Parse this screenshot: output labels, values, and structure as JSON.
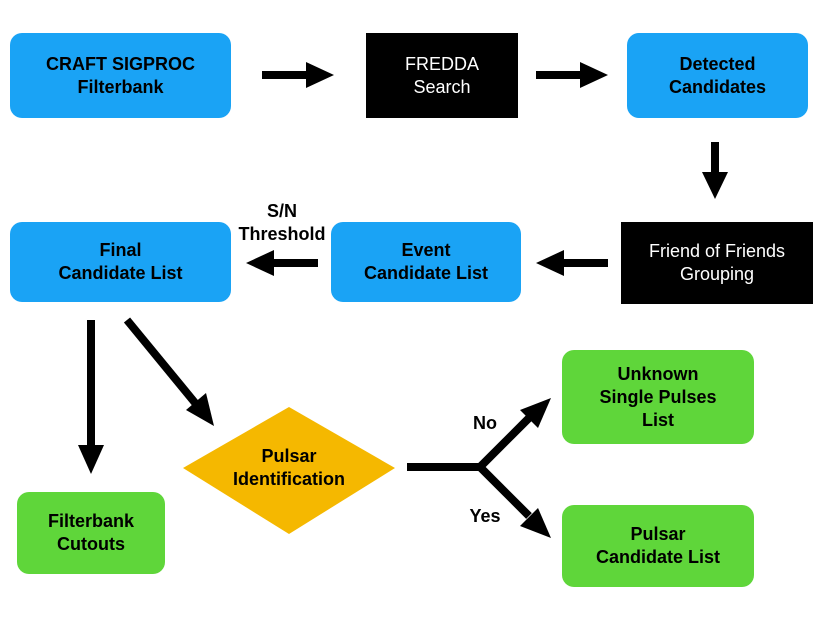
{
  "nodes": {
    "craft": "CRAFT SIGPROC\nFilterbank",
    "fredda": "FREDDA\nSearch",
    "detected": "Detected\nCandidates",
    "fof": "Friend of Friends\nGrouping",
    "event": "Event\nCandidate List",
    "final": "Final\nCandidate List",
    "pulsar_id": "Pulsar\nIdentification",
    "cutouts": "Filterbank\nCutouts",
    "unknown": "Unknown\nSingle Pulses\nList",
    "pulsar_list": "Pulsar\nCandidate List"
  },
  "edge_labels": {
    "sn": "S/N\nThreshold",
    "no": "No",
    "yes": "Yes"
  },
  "colors": {
    "process_blue": "#1aa3f5",
    "process_black": "#000000",
    "output_green": "#5fd63a",
    "decision_yellow": "#f5b800"
  }
}
